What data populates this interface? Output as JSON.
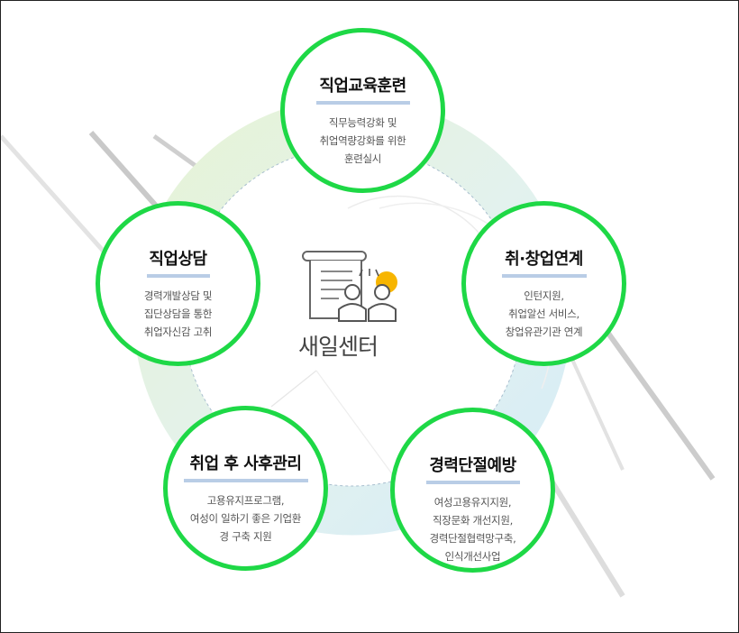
{
  "center": {
    "label": "새일센터"
  },
  "nodes": [
    {
      "title": "직업교육훈련",
      "desc": "직무능력강화 및\n취업역량강화를 위한\n훈련실시"
    },
    {
      "title": "취·창업연계",
      "desc": "인턴지원,\n취업알선 서비스,\n창업유관기관 연계"
    },
    {
      "title": "경력단절예방",
      "desc": "여성고용유지지원,\n직장문화 개선지원,\n경력단절협력망구축,\n인식개선사업"
    },
    {
      "title": "취업 후 사후관리",
      "desc": "고용유지프로그램,\n여성이 일하기 좋은 기업환\n경 구축 지원"
    },
    {
      "title": "직업상담",
      "desc": "경력개발상담 및\n집단상담을 통한\n취업자신감 고취"
    }
  ],
  "colors": {
    "ring": "#1ed846",
    "underline": "#b9cde6",
    "accent": "#f7b500"
  }
}
